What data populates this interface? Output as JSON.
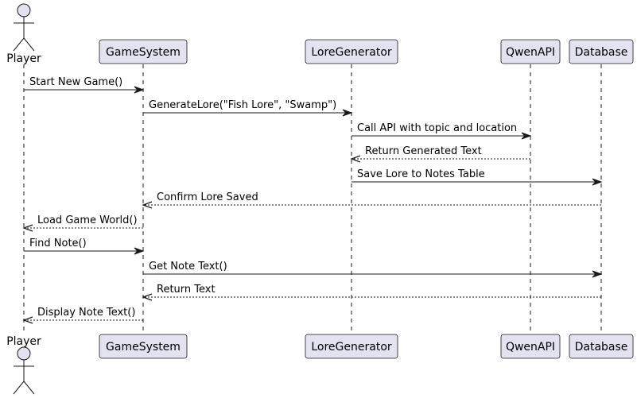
{
  "participants": [
    {
      "id": "player",
      "label": "Player",
      "kind": "actor"
    },
    {
      "id": "game",
      "label": "GameSystem",
      "kind": "box"
    },
    {
      "id": "lore",
      "label": "LoreGenerator",
      "kind": "box"
    },
    {
      "id": "qwen",
      "label": "QwenAPI",
      "kind": "box"
    },
    {
      "id": "db",
      "label": "Database",
      "kind": "box"
    }
  ],
  "messages": [
    {
      "from": "player",
      "to": "game",
      "label": "Start New Game()",
      "style": "solid"
    },
    {
      "from": "game",
      "to": "lore",
      "label": "GenerateLore(\"Fish Lore\", \"Swamp\")",
      "style": "solid"
    },
    {
      "from": "lore",
      "to": "qwen",
      "label": "Call API with topic and location",
      "style": "solid"
    },
    {
      "from": "qwen",
      "to": "lore",
      "label": "Return Generated Text",
      "style": "dashed"
    },
    {
      "from": "lore",
      "to": "db",
      "label": "Save Lore to Notes Table",
      "style": "solid"
    },
    {
      "from": "db",
      "to": "game",
      "label": "Confirm Lore Saved",
      "style": "dashed"
    },
    {
      "from": "game",
      "to": "player",
      "label": "Load Game World()",
      "style": "dashed"
    },
    {
      "from": "player",
      "to": "game",
      "label": "Find Note()",
      "style": "solid"
    },
    {
      "from": "game",
      "to": "db",
      "label": "Get Note Text()",
      "style": "solid"
    },
    {
      "from": "db",
      "to": "game",
      "label": "Return Text",
      "style": "dashed"
    },
    {
      "from": "game",
      "to": "player",
      "label": "Display Note Text()",
      "style": "dashed"
    }
  ],
  "colors": {
    "participant_fill": "#e2e2f0",
    "participant_border": "#181818",
    "lifeline": "#181818",
    "arrow": "#181818"
  }
}
